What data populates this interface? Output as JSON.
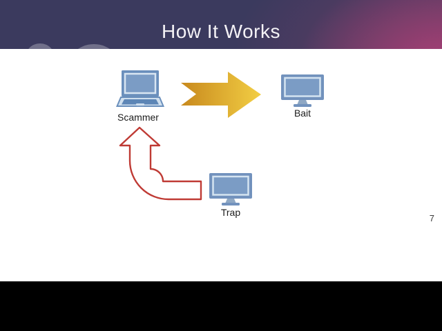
{
  "slide": {
    "title": "How It Works",
    "page_number": "7"
  },
  "diagram": {
    "nodes": [
      {
        "id": "scammer",
        "label": "Scammer",
        "icon": "laptop-icon"
      },
      {
        "id": "bait",
        "label": "Bait",
        "icon": "monitor-icon"
      },
      {
        "id": "trap",
        "label": "Trap",
        "icon": "monitor-icon"
      }
    ],
    "arrows": [
      {
        "id": "scammer-to-bait",
        "from": "Scammer",
        "to": "Bait",
        "shape": "right-block-arrow",
        "fill": "gold-gradient"
      },
      {
        "id": "trap-to-scammer",
        "from": "Trap",
        "to": "Scammer",
        "shape": "curved-up-block-arrow",
        "fill": "white-with-red-outline"
      }
    ]
  },
  "colors": {
    "letterbox": "#000000",
    "header_base": "#3b3a5e",
    "header_accent": "#97456f",
    "title_text": "#f4f2f6",
    "slide_background": "#ffffff",
    "label_text": "#1b1b1b",
    "gold_start": "#c8891d",
    "gold_end": "#f2ce44",
    "red_outline": "#bf3a34",
    "icon_blue": "#6a8fbc",
    "icon_screen_blue": "#7b9cc5",
    "icon_light_border": "#d9e6f2"
  }
}
